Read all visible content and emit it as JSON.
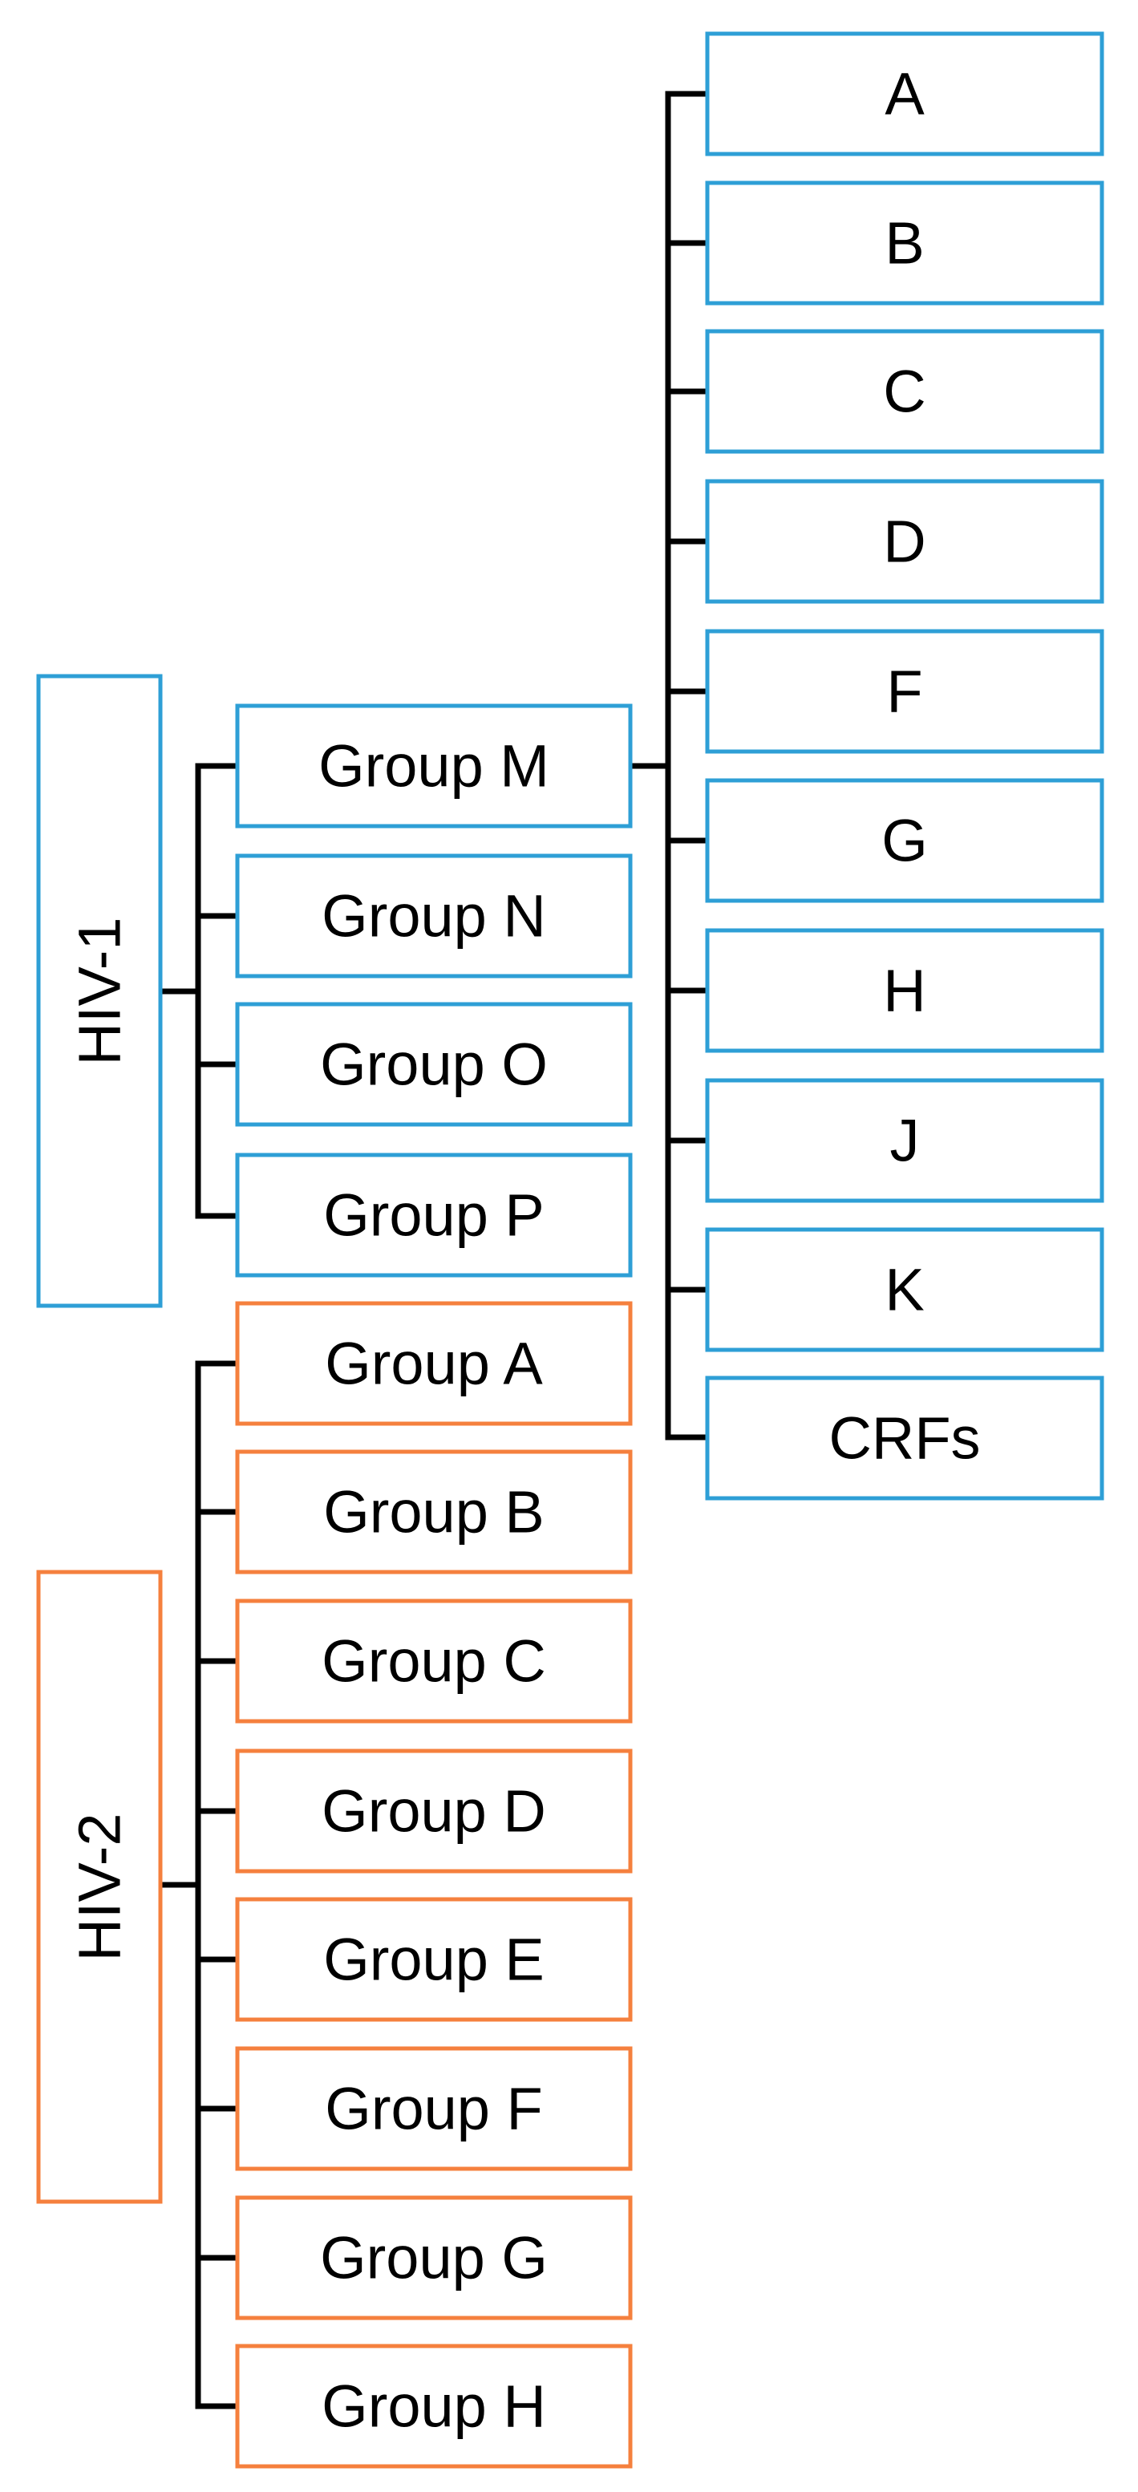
{
  "colors": {
    "hiv1": "#2e9fd6",
    "hiv2": "#f5803e",
    "line": "#000000"
  },
  "hiv1": {
    "label": "HIV-1",
    "groups": [
      "Group M",
      "Group N",
      "Group O",
      "Group P"
    ],
    "group_m_subtypes": [
      "A",
      "B",
      "C",
      "D",
      "F",
      "G",
      "H",
      "J",
      "K",
      "CRFs"
    ]
  },
  "hiv2": {
    "label": "HIV-2",
    "groups": [
      "Group A",
      "Group B",
      "Group C",
      "Group D",
      "Group E",
      "Group F",
      "Group G",
      "Group H"
    ]
  }
}
